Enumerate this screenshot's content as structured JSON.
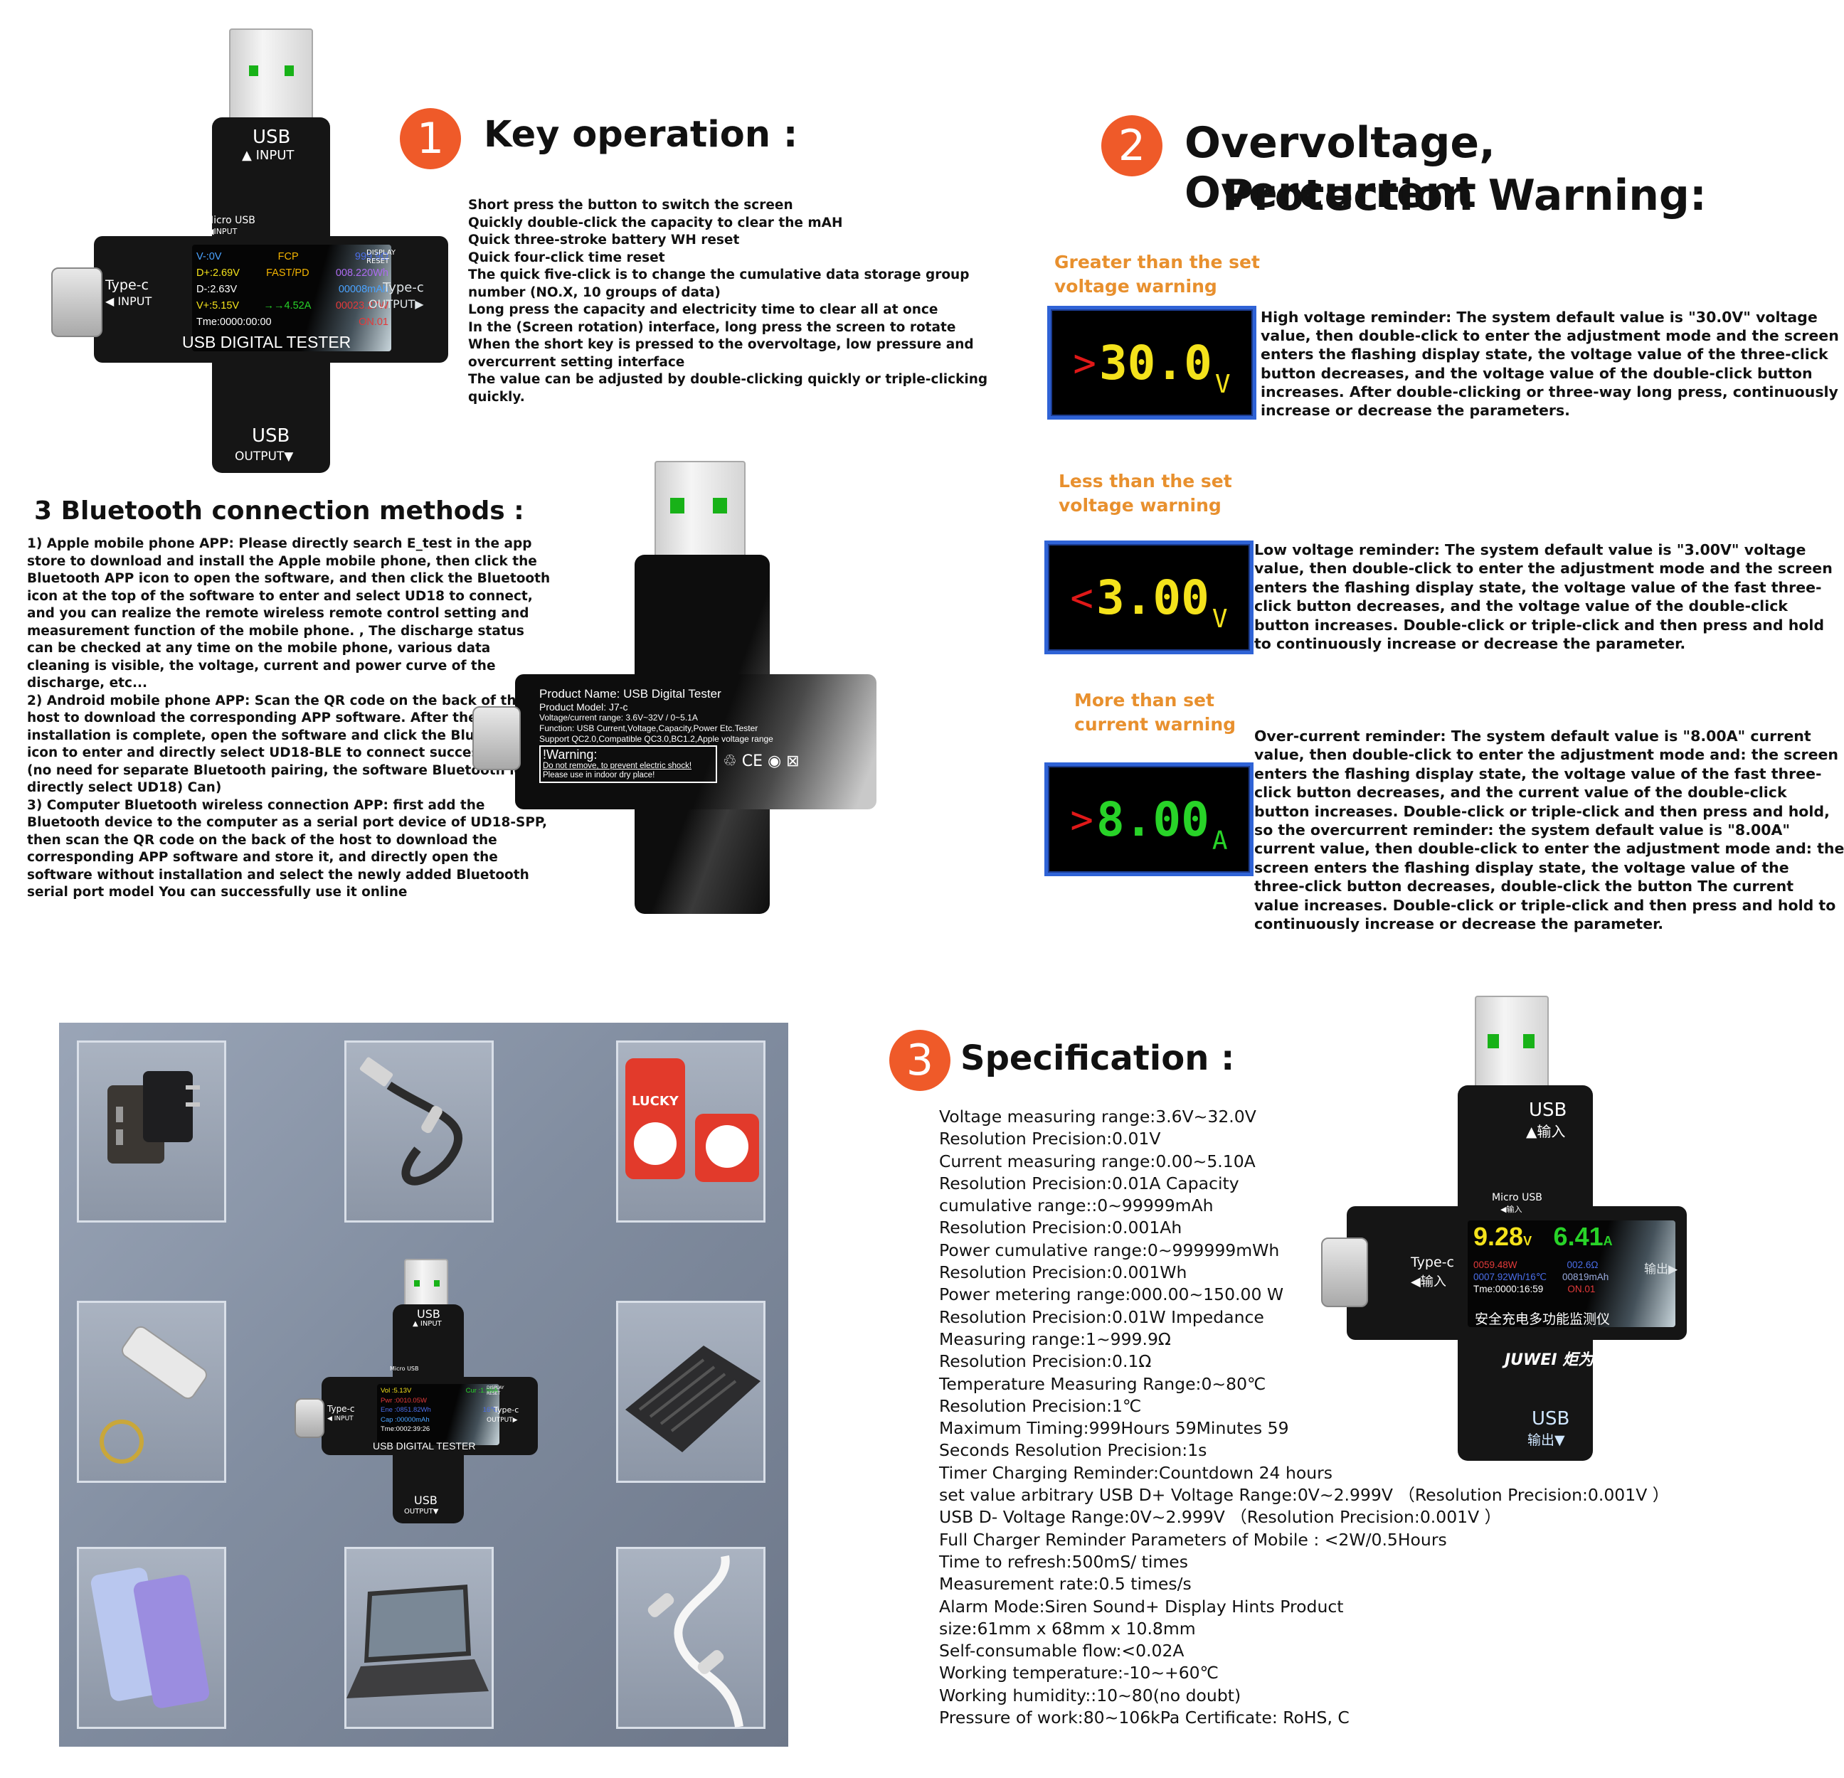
{
  "colors": {
    "orange": "#ef5a29",
    "warn_label": "#e8902e",
    "lcd_frame": "#2f63d6",
    "yellow": "#f4e21b",
    "green": "#28d328",
    "red": "#e01818"
  },
  "section1": {
    "badge": "1",
    "title": "Key operation :",
    "lines": [
      "Short press the button to switch the screen",
      "Quickly double-click the capacity to clear the mAH",
      "Quick three-stroke battery WH reset",
      "Quick four-click time reset",
      "The quick five-click is to change the cumulative data storage group",
      "number (NO.X, 10 groups of data)",
      "Long press the capacity and electricity time to clear all at once",
      "In the (Screen rotation) interface, long press the screen to rotate",
      "When the short key is pressed to the overvoltage, low pressure and",
      "overcurrent setting interface",
      "The value can be adjusted by double-clicking quickly or triple-clicking",
      "quickly."
    ]
  },
  "section2": {
    "badge": "2",
    "title_line1": "Overvoltage, Overcurrent",
    "title_line2": "Protection Warning:",
    "warnings": [
      {
        "label_line1": "Greater than the set",
        "label_line2": "voltage warning",
        "sign": ">",
        "value": "30.0",
        "unit": "V",
        "value_color": "#f4e21b",
        "lines": [
          "High voltage reminder: The system default value is \"30.0V\" voltage",
          "value, then double-click to enter the adjustment mode and the screen",
          "enters the flashing display state, the voltage value of the three-click",
          "button decreases, and the voltage value of the double-click button",
          "increases. After double-clicking or three-way long press, continuously",
          "increase or decrease the parameters."
        ]
      },
      {
        "label_line1": "Less than the set",
        "label_line2": "voltage warning",
        "sign": "<",
        "value": "3.00",
        "unit": "V",
        "value_color": "#f4e21b",
        "lines": [
          "Low voltage reminder: The system default value is \"3.00V\" voltage",
          " value, then double-click to enter the adjustment mode and the screen",
          " enters the flashing display state, the voltage value of the fast three-",
          "click button decreases, and the voltage value of the double-click",
          "button increases. Double-click or triple-click and then press and hold",
          "to continuously increase or decrease the parameter."
        ]
      },
      {
        "label_line1": "More than set",
        "label_line2": "current warning",
        "sign": ">",
        "value": "8.00",
        "unit": "A",
        "value_color": "#28d328",
        "lines": [
          "Over-current reminder: The system default value is \"8.00A\" current",
          "value, then double-click to enter the adjustment mode and: the screen",
          " enters the flashing display state, the voltage value of the fast three-",
          "click button decreases, and the current value of the double-click",
          "button increases. Double-click or triple-click and then press and hold,",
          "so the overcurrent reminder: the system default value is \"8.00A\"",
          "current value, then double-click to enter the adjustment mode and: the",
          " screen enters the flashing display state, the voltage value of the",
          "three-click button decreases, double-click the button The current",
          "value increases. Double-click or triple-click and then press and hold to",
          " continuously increase or decrease the parameter."
        ]
      }
    ]
  },
  "bluetooth": {
    "title": "3 Bluetooth connection methods :",
    "lines": [
      "1) Apple mobile phone APP: Please directly search E_test in the app",
      "store to download and install the Apple mobile phone, then click the",
      "Bluetooth APP icon to open the software, and then click the Bluetooth",
      " icon at the top of the software to enter and select UD18 to connect,",
      "and you can realize the remote wireless remote control setting and",
      "measurement function of the mobile phone. , The discharge status",
      " can be checked at any time on the mobile phone, various data",
      "cleaning is visible, the voltage, current and power curve of the",
      "discharge, etc...",
      "2) Android mobile phone APP: Scan the QR code on the back of the",
      "host to download the corresponding APP software. After the",
      "installation is complete, open the software and click the Bluetooth",
      "icon to enter and directly select UD18-BLE to connect successfully",
      "(no need for separate Bluetooth pairing, the software Bluetooth icon",
      "directly select UD18) Can)",
      "3) Computer Bluetooth wireless connection APP: first add the",
      "Bluetooth device to the computer as a serial port device of UD18-SPP,",
      "then scan the QR code on the back of the host to download the",
      "corresponding APP software and store it, and directly open the",
      "software without installation and select the newly added Bluetooth",
      "serial port model You can successfully use it online"
    ]
  },
  "device_front": {
    "usb_top": "USB",
    "input": "▲ INPUT",
    "micro_usb": "Micro USB",
    "micro_input": "◀INPUT",
    "typec_left": "Type-c",
    "typec_left_sub": "◀ INPUT",
    "display_reset": "DISPLAY\nRESET",
    "typec_right": "Type-c",
    "typec_right_sub": "OUTPUT▶",
    "rows": [
      {
        "l": "V-:0V",
        "m": "FCP",
        "r": "999.9Ω"
      },
      {
        "l": "D+:2.69V",
        "m": "FAST/PD",
        "r": "008.220Wh"
      },
      {
        "l": "D-:2.63V",
        "m": "",
        "r": "00008mAh"
      },
      {
        "l": "V+:5.15V",
        "m": "→→4.52A",
        "r": "00023.27W"
      },
      {
        "l": "Tme:0000:00:00",
        "m": "",
        "r": "ON.01"
      }
    ],
    "name": "USB DIGITAL TESTER",
    "usb_bottom": "USB",
    "output": "OUTPUT▼"
  },
  "device_back": {
    "product_name": "Product  Name: USB Digital Tester",
    "product_model": "Product  Model: J7-c",
    "range": "Voltage/current range:  3.6V~32V / 0~5.1A",
    "function": "Function:  USB Current,Voltage,Capacity,Power Etc.Tester",
    "support": "Support QC2.0,Compatible QC3.0,BC1.2,Apple voltage range",
    "warning_title": "!Warning:",
    "warning_1": "Do not remove, to prevent electric shock!",
    "warning_2": "Please use in indoor dry place!"
  },
  "grid_device": {
    "usb_top": "USB",
    "input": "▲ INPUT",
    "micro_usb": "Micro USB",
    "typec_left": "Type-c",
    "typec_left_sub": "◀ INPUT",
    "typec_right": "Type-c",
    "typec_right_sub": "OUTPUT▶",
    "display_reset": "DISPLAY\nRESET",
    "rows": [
      {
        "l": "Vol :5.13V",
        "r": "Cur :1.96A"
      },
      {
        "l": "Pwr :0010.05W",
        "r": ""
      },
      {
        "l": "Ene :0851.82Wh",
        "r": "16℃"
      },
      {
        "l": "Cap :00000mAh",
        "r": ""
      },
      {
        "l": "Tme:0002:39:26",
        "r": ""
      }
    ],
    "name": "USB DIGITAL TESTER",
    "usb_bottom": "USB",
    "output": "OUTPUT▼"
  },
  "grid_tiles": {
    "lucky": "LUCKY"
  },
  "section3": {
    "badge": "3",
    "title": "Specification :",
    "lines": [
      "Voltage measuring range:3.6V~32.0V",
      "Resolution Precision:0.01V",
      "Current measuring range:0.00~5.10A",
      "Resolution Precision:0.01A Capacity",
      "cumulative range::0~99999mAh",
      "Resolution Precision:0.001Ah",
      "Power cumulative range:0~999999mWh",
      "Resolution Precision:0.001Wh",
      "Power metering range:000.00~150.00 W",
      "Resolution Precision:0.01W Impedance",
      " Measuring range:1~999.9Ω",
      "Resolution Precision:0.1Ω",
      "Temperature Measuring Range:0~80℃",
      "Resolution Precision:1℃",
      "Maximum Timing:999Hours 59Minutes 59",
      "Seconds Resolution Precision:1s",
      "Timer Charging Reminder:Countdown 24 hours",
      "set value arbitrary USB D+ Voltage Range:0V~2.999V （Resolution Precision:0.001V ）",
      "USB D- Voltage Range:0V~2.999V （Resolution Precision:0.001V ）",
      "Full Charger Reminder Parameters of Mobile : <2W/0.5Hours",
      "Time to refresh:500mS/ times",
      "Measurement rate:0.5 times/s",
      "Alarm Mode:Siren Sound+ Display Hints Product",
      "size:61mm x 68mm x 10.8mm",
      "Self-consumable flow:<0.02A",
      "Working temperature:-10~+60℃",
      "Working humidity::10~80(no doubt)",
      "Pressure of work:80~106kPa Certificate: RoHS, C"
    ]
  },
  "device_cn": {
    "usb_top": "USB",
    "input": "▲输入",
    "micro_usb": "Micro USB",
    "micro_input": "◀输入",
    "typec_left": "Type-c",
    "typec_left_sub": "◀输入",
    "typec_right": "输出▶",
    "big_v": "9.28",
    "big_v_unit": "V",
    "big_a": "6.41",
    "big_a_unit": "A",
    "row1_l": "0059.48W",
    "row1_r": "002.6Ω",
    "row2_l": "0007.92Wh/16℃",
    "row2_r": "00819mAh",
    "row3_l": "Tme:0000:16:59",
    "row3_r": "ON.01",
    "cn_name": "安全充电多功能监测仪",
    "brand": "JUWEI 炬为",
    "usb_bottom": "USB",
    "output": "输出▼"
  }
}
